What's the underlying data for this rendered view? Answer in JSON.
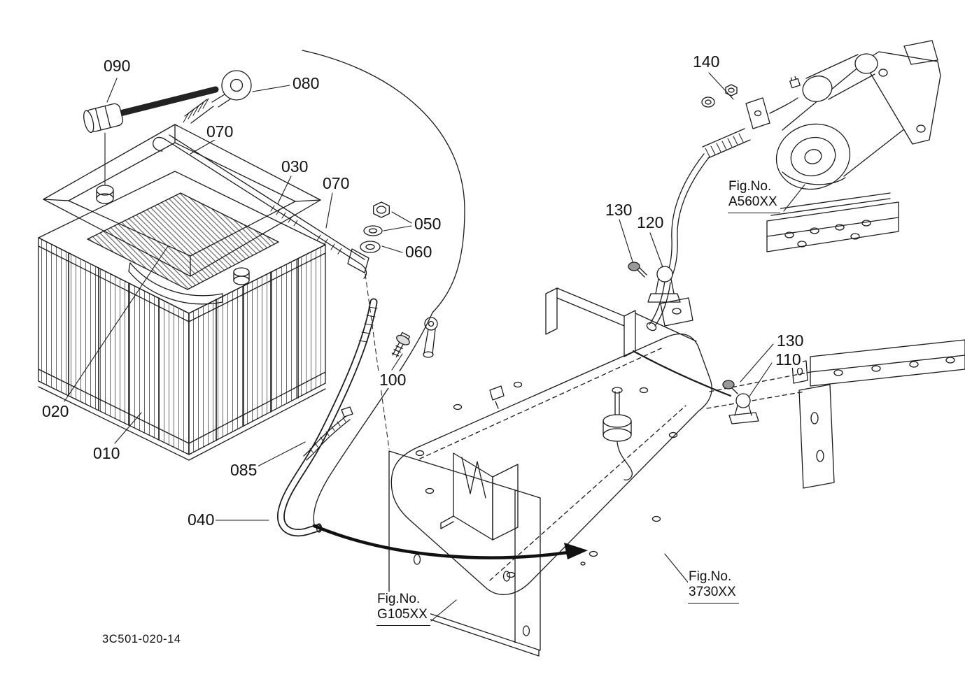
{
  "diagram": {
    "type": "exploded-parts-diagram",
    "drawing_number": "3C501-020-14",
    "part_labels": {
      "l010": "010",
      "l020": "020",
      "l030": "030",
      "l040": "040",
      "l050": "050",
      "l060": "060",
      "l070a": "070",
      "l070b": "070",
      "l080": "080",
      "l085": "085",
      "l090": "090",
      "l100": "100",
      "l110": "110",
      "l120": "120",
      "l130a": "130",
      "l130b": "130",
      "l140": "140"
    },
    "figure_refs": {
      "a560xx": {
        "prefix": "Fig.No.",
        "code": "A560XX"
      },
      "fig3730xx": {
        "prefix": "Fig.No.",
        "code": "3730XX"
      },
      "g105xx": {
        "prefix": "Fig.No.",
        "code": "G105XX"
      }
    },
    "colors": {
      "line": "#1a1a1a",
      "background": "#ffffff"
    }
  }
}
